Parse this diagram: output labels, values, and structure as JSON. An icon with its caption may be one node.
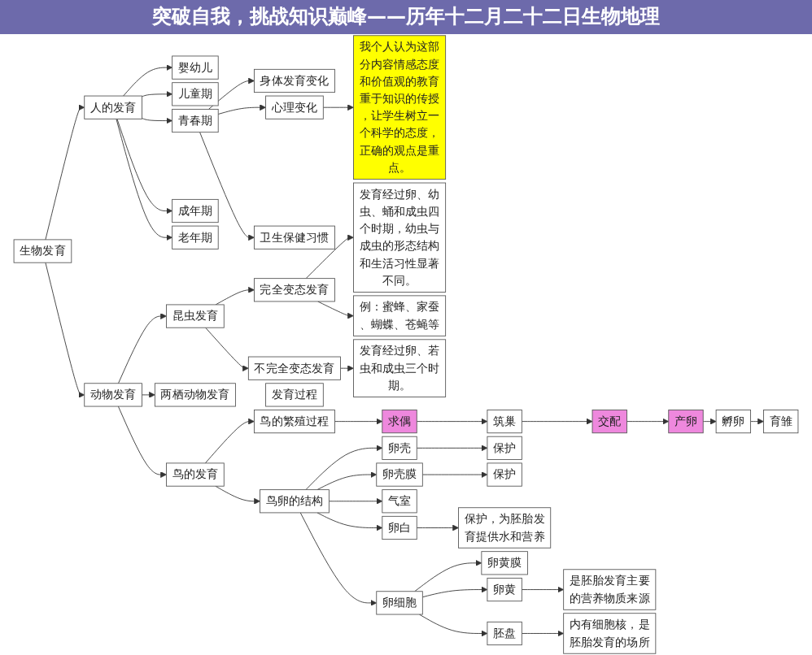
{
  "diagram": {
    "title": "突破自我，挑战知识巅峰——历年十二月二十二日生物地理",
    "nodes": [
      {
        "text": [
          "生物发育"
        ]
      },
      {
        "text": [
          "人的发育"
        ]
      },
      {
        "text": [
          "婴幼儿"
        ]
      },
      {
        "text": [
          "儿童期"
        ]
      },
      {
        "text": [
          "青春期"
        ]
      },
      {
        "text": [
          "成年期"
        ]
      },
      {
        "text": [
          "老年期"
        ]
      },
      {
        "text": [
          "身体发育变化"
        ]
      },
      {
        "text": [
          "心理变化"
        ]
      },
      {
        "text": [
          "卫生保健习惯"
        ]
      },
      {
        "text": [
          "我个人认为这部分内容情感态度和价值观的教育重于知识的传授，让学生树立一个科学的态度，正确的观点是重点。"
        ]
      },
      {
        "text": [
          "动物发育"
        ]
      },
      {
        "text": [
          "昆虫发育"
        ]
      },
      {
        "text": [
          "完全变态发育"
        ]
      },
      {
        "text": [
          "发育经过卵、幼虫、蛹和成虫四个时期，幼虫与成虫的形态结构和生活习性显著不同。"
        ]
      },
      {
        "text": [
          "例：蜜蜂、家蚕、蝴蝶、苍蝇等"
        ]
      },
      {
        "text": [
          "不完全变态发育"
        ]
      },
      {
        "text": [
          "发育经过卵、若虫和成虫三个时期。"
        ]
      },
      {
        "text": [
          "两栖动物发育"
        ]
      },
      {
        "text": [
          "发育过程"
        ]
      },
      {
        "text": [
          "鸟的发育"
        ]
      },
      {
        "text": [
          "鸟的繁殖过程"
        ]
      },
      {
        "text": [
          "求偶"
        ]
      },
      {
        "text": [
          "筑巢"
        ]
      },
      {
        "text": [
          "交配"
        ]
      },
      {
        "text": [
          "产卵"
        ]
      },
      {
        "text": [
          "孵卵"
        ]
      },
      {
        "text": [
          "育雏"
        ]
      },
      {
        "text": [
          "鸟卵的结构"
        ]
      },
      {
        "text": [
          "卵壳"
        ]
      },
      {
        "text": [
          "卵壳膜"
        ]
      },
      {
        "text": [
          "气室"
        ]
      },
      {
        "text": [
          "卵白"
        ]
      },
      {
        "text": [
          "卵细胞"
        ]
      },
      {
        "text": [
          "保护"
        ]
      },
      {
        "text": [
          "保护"
        ]
      },
      {
        "text": [
          "保护，为胚胎发育提供水和营养"
        ]
      },
      {
        "text": [
          "卵黄膜"
        ]
      },
      {
        "text": [
          "卵黄"
        ]
      },
      {
        "text": [
          "胚盘"
        ]
      },
      {
        "text": [
          "是胚胎发育主要的营养物质来源"
        ]
      },
      {
        "text": [
          "内有细胞核，是胚胎发育的场所"
        ]
      }
    ],
    "edges": [
      {
        "from": 0,
        "to": 1,
        "arrow": "to"
      },
      {
        "from": 0,
        "to": 11,
        "arrow": "to"
      },
      {
        "from": 1,
        "to": 2,
        "arrow": "to"
      },
      {
        "from": 1,
        "to": 3,
        "arrow": "to"
      },
      {
        "from": 1,
        "to": 4,
        "arrow": "to"
      },
      {
        "from": 1,
        "to": 5,
        "arrow": "to"
      },
      {
        "from": 1,
        "to": 6,
        "arrow": "to"
      },
      {
        "from": 4,
        "to": 7,
        "arrow": "to"
      },
      {
        "from": 4,
        "to": 8,
        "arrow": "to"
      },
      {
        "from": 4,
        "to": 9,
        "arrow": "to"
      },
      {
        "from": 8,
        "to": 10,
        "arrow": "to"
      },
      {
        "from": 11,
        "to": 12,
        "arrow": "to"
      },
      {
        "from": 12,
        "to": 13,
        "arrow": "to"
      },
      {
        "from": 12,
        "to": 16,
        "arrow": "to"
      },
      {
        "from": 13,
        "to": 14,
        "arrow": "to"
      },
      {
        "from": 13,
        "to": 15,
        "arrow": "to"
      },
      {
        "from": 16,
        "to": 17,
        "arrow": "to"
      },
      {
        "from": 11,
        "to": 18,
        "arrow": "to"
      },
      {
        "from": 11,
        "to": 20,
        "arrow": "to"
      },
      {
        "from": 20,
        "to": 21,
        "arrow": "to"
      },
      {
        "from": 20,
        "to": 28,
        "arrow": "to"
      },
      {
        "from": 21,
        "to": 22,
        "arrow": "to"
      },
      {
        "from": 22,
        "to": 23,
        "arrow": "to"
      },
      {
        "from": 23,
        "to": 24,
        "arrow": "to"
      },
      {
        "from": 24,
        "to": 25,
        "arrow": "to"
      },
      {
        "from": 25,
        "to": 26,
        "arrow": "to"
      },
      {
        "from": 26,
        "to": 27,
        "arrow": "to"
      },
      {
        "from": 28,
        "to": 29,
        "arrow": "to"
      },
      {
        "from": 28,
        "to": 30,
        "arrow": "to"
      },
      {
        "from": 28,
        "to": 31,
        "arrow": "to"
      },
      {
        "from": 28,
        "to": 32,
        "arrow": "to"
      },
      {
        "from": 28,
        "to": 33,
        "arrow": "to"
      },
      {
        "from": 29,
        "to": 34,
        "arrow": "to"
      },
      {
        "from": 30,
        "to": 35,
        "arrow": "to"
      },
      {
        "from": 32,
        "to": 36,
        "arrow": "to"
      },
      {
        "from": 33,
        "to": 37,
        "arrow": "to"
      },
      {
        "from": 33,
        "to": 38,
        "arrow": "to"
      },
      {
        "from": 33,
        "to": 39,
        "arrow": "to"
      },
      {
        "from": 38,
        "to": 40,
        "arrow": "to"
      },
      {
        "from": 39,
        "to": 41,
        "arrow": "to"
      }
    ]
  }
}
